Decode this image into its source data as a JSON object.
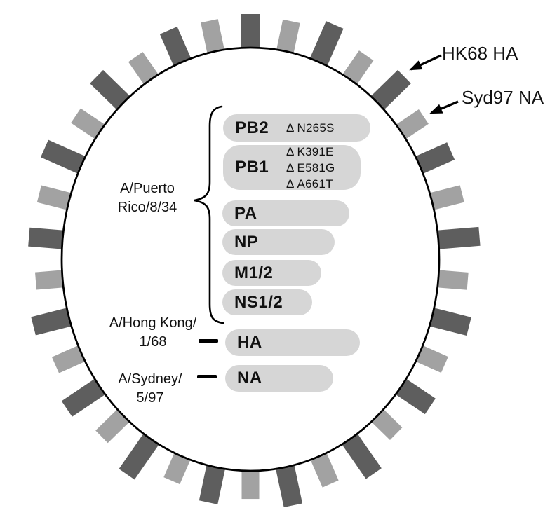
{
  "figure": {
    "type": "influenza-virion-schematic",
    "spike_callouts": {
      "ha": "HK68 HA",
      "na": "Syd97 NA"
    },
    "strains": [
      {
        "id": "puerto-rico",
        "lines": [
          "A/Puerto",
          "Rico/8/34"
        ]
      },
      {
        "id": "hong-kong",
        "lines": [
          "A/Hong Kong/",
          "1/68"
        ]
      },
      {
        "id": "sydney",
        "lines": [
          "A/Sydney/",
          "5/97"
        ]
      }
    ],
    "segments": [
      {
        "label": "PB2",
        "mutations": [
          "Δ N265S"
        ]
      },
      {
        "label": "PB1",
        "mutations": [
          "Δ K391E",
          "Δ E581G",
          "Δ A661T"
        ]
      },
      {
        "label": "PA",
        "mutations": []
      },
      {
        "label": "NP",
        "mutations": []
      },
      {
        "label": "M1/2",
        "mutations": []
      },
      {
        "label": "NS1/2",
        "mutations": []
      },
      {
        "label": "HA",
        "mutations": []
      },
      {
        "label": "NA",
        "mutations": []
      }
    ],
    "spikes": {
      "count": 34,
      "alternating": [
        "HA-dark",
        "NA-light"
      ]
    },
    "colors": {
      "spike_dark": "#5e5e5e",
      "spike_light": "#a2a2a2",
      "segment_fill": "#d6d6d6",
      "outline": "#000000",
      "background": "#ffffff"
    }
  }
}
